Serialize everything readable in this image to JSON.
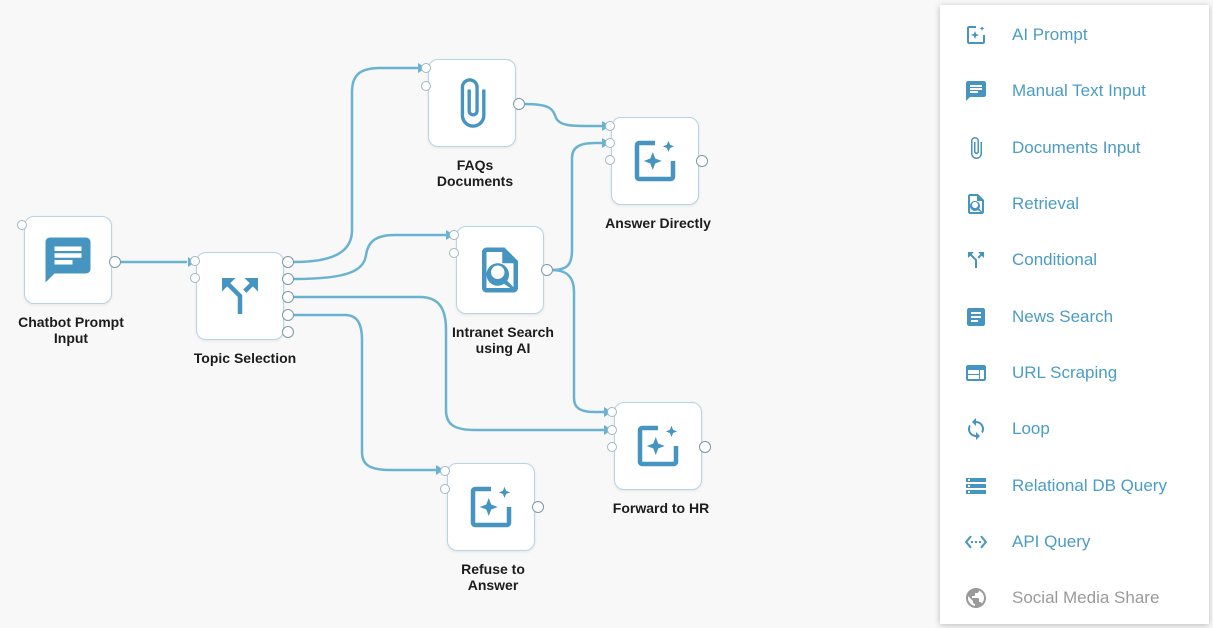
{
  "colors": {
    "accent": "#4694c0",
    "edge": "#69b3d1",
    "disabled": "#9a9a9a"
  },
  "nodes": [
    {
      "id": "chatbot",
      "label": "Chatbot Prompt\nInput",
      "icon": "chat-icon"
    },
    {
      "id": "topic",
      "label": "Topic Selection",
      "icon": "fork-icon"
    },
    {
      "id": "faqs",
      "label": "FAQs\nDocuments",
      "icon": "paperclip-icon"
    },
    {
      "id": "intranet",
      "label": "Intranet Search\nusing AI",
      "icon": "doc-search-icon"
    },
    {
      "id": "answer",
      "label": "Answer Directly",
      "icon": "ai-sparkle-icon"
    },
    {
      "id": "hr",
      "label": "Forward to HR",
      "icon": "ai-sparkle-icon"
    },
    {
      "id": "refuse",
      "label": "Refuse to\nAnswer",
      "icon": "ai-sparkle-icon"
    }
  ],
  "palette": [
    {
      "label": "AI Prompt",
      "icon": "ai-sparkle-icon",
      "enabled": true
    },
    {
      "label": "Manual Text Input",
      "icon": "chat-icon",
      "enabled": true
    },
    {
      "label": "Documents Input",
      "icon": "paperclip-icon",
      "enabled": true
    },
    {
      "label": "Retrieval",
      "icon": "doc-search-icon",
      "enabled": true
    },
    {
      "label": "Conditional",
      "icon": "fork-icon",
      "enabled": true
    },
    {
      "label": "News Search",
      "icon": "article-icon",
      "enabled": true
    },
    {
      "label": "URL Scraping",
      "icon": "web-icon",
      "enabled": true
    },
    {
      "label": "Loop",
      "icon": "loop-icon",
      "enabled": true
    },
    {
      "label": "Relational DB Query",
      "icon": "database-icon",
      "enabled": true
    },
    {
      "label": "API Query",
      "icon": "api-icon",
      "enabled": true
    },
    {
      "label": "Social Media Share",
      "icon": "globe-icon",
      "enabled": false
    }
  ]
}
